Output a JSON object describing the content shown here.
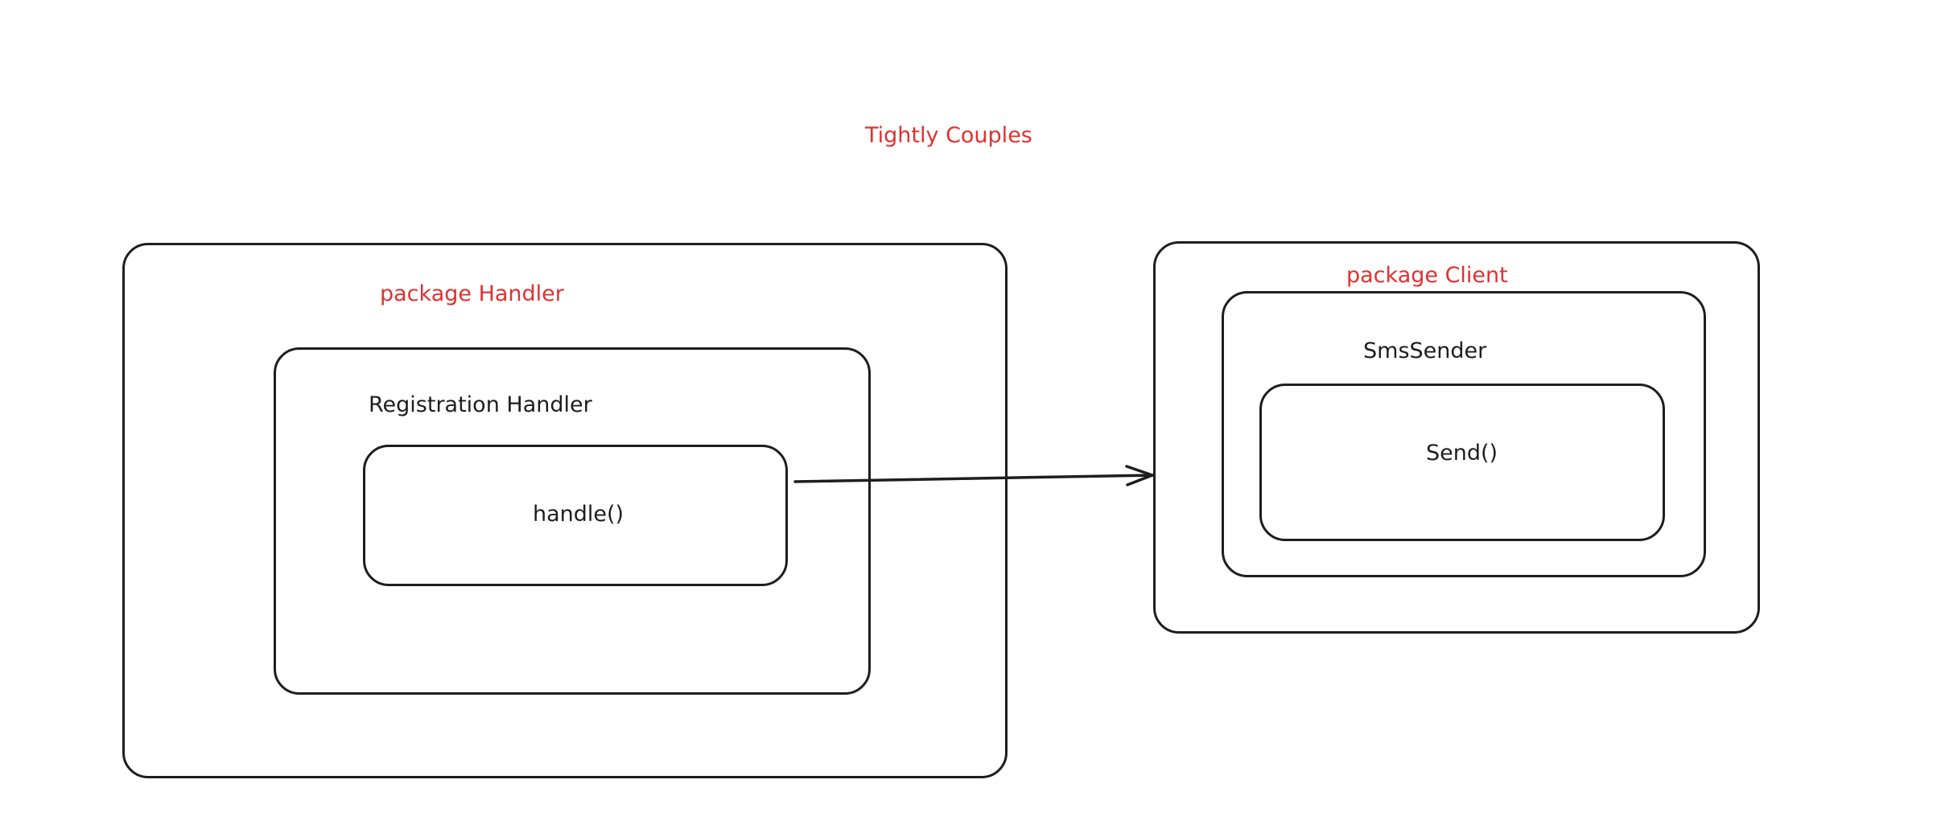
{
  "diagram": {
    "title": "Tightly Couples",
    "handler_package": {
      "label": "package Handler",
      "class_label": "Registration Handler",
      "method_label": "handle()"
    },
    "client_package": {
      "label": "package Client",
      "class_label": "SmsSender",
      "method_label": "Send()"
    },
    "colors": {
      "accent": "#e03131",
      "stroke": "#1e1e1e",
      "background": "#ffffff"
    }
  }
}
